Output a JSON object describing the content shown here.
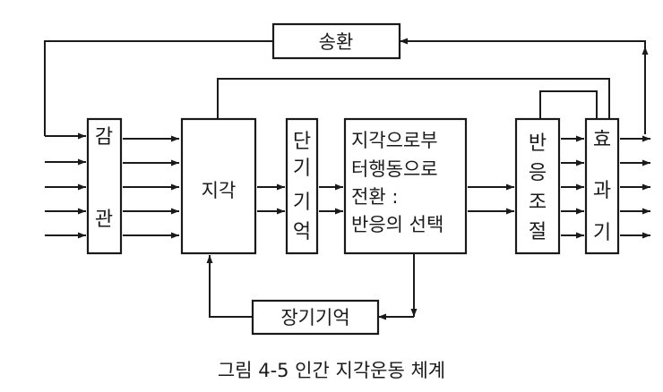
{
  "diagram": {
    "nodes": {
      "conversion": "송환",
      "sensory": [
        "감",
        "관"
      ],
      "perception": "지각",
      "short_term_memory": [
        "단",
        "기",
        "기",
        "억"
      ],
      "transition": [
        "지각으로부",
        "터행동으로",
        "전환 :",
        "반응의 선택"
      ],
      "response_adjust": [
        "반",
        "응",
        "조",
        "절"
      ],
      "effector": [
        "효",
        "과",
        "기"
      ],
      "long_term_memory": "장기기억"
    },
    "caption": "그림 4-5 인간 지각운동 체계"
  }
}
